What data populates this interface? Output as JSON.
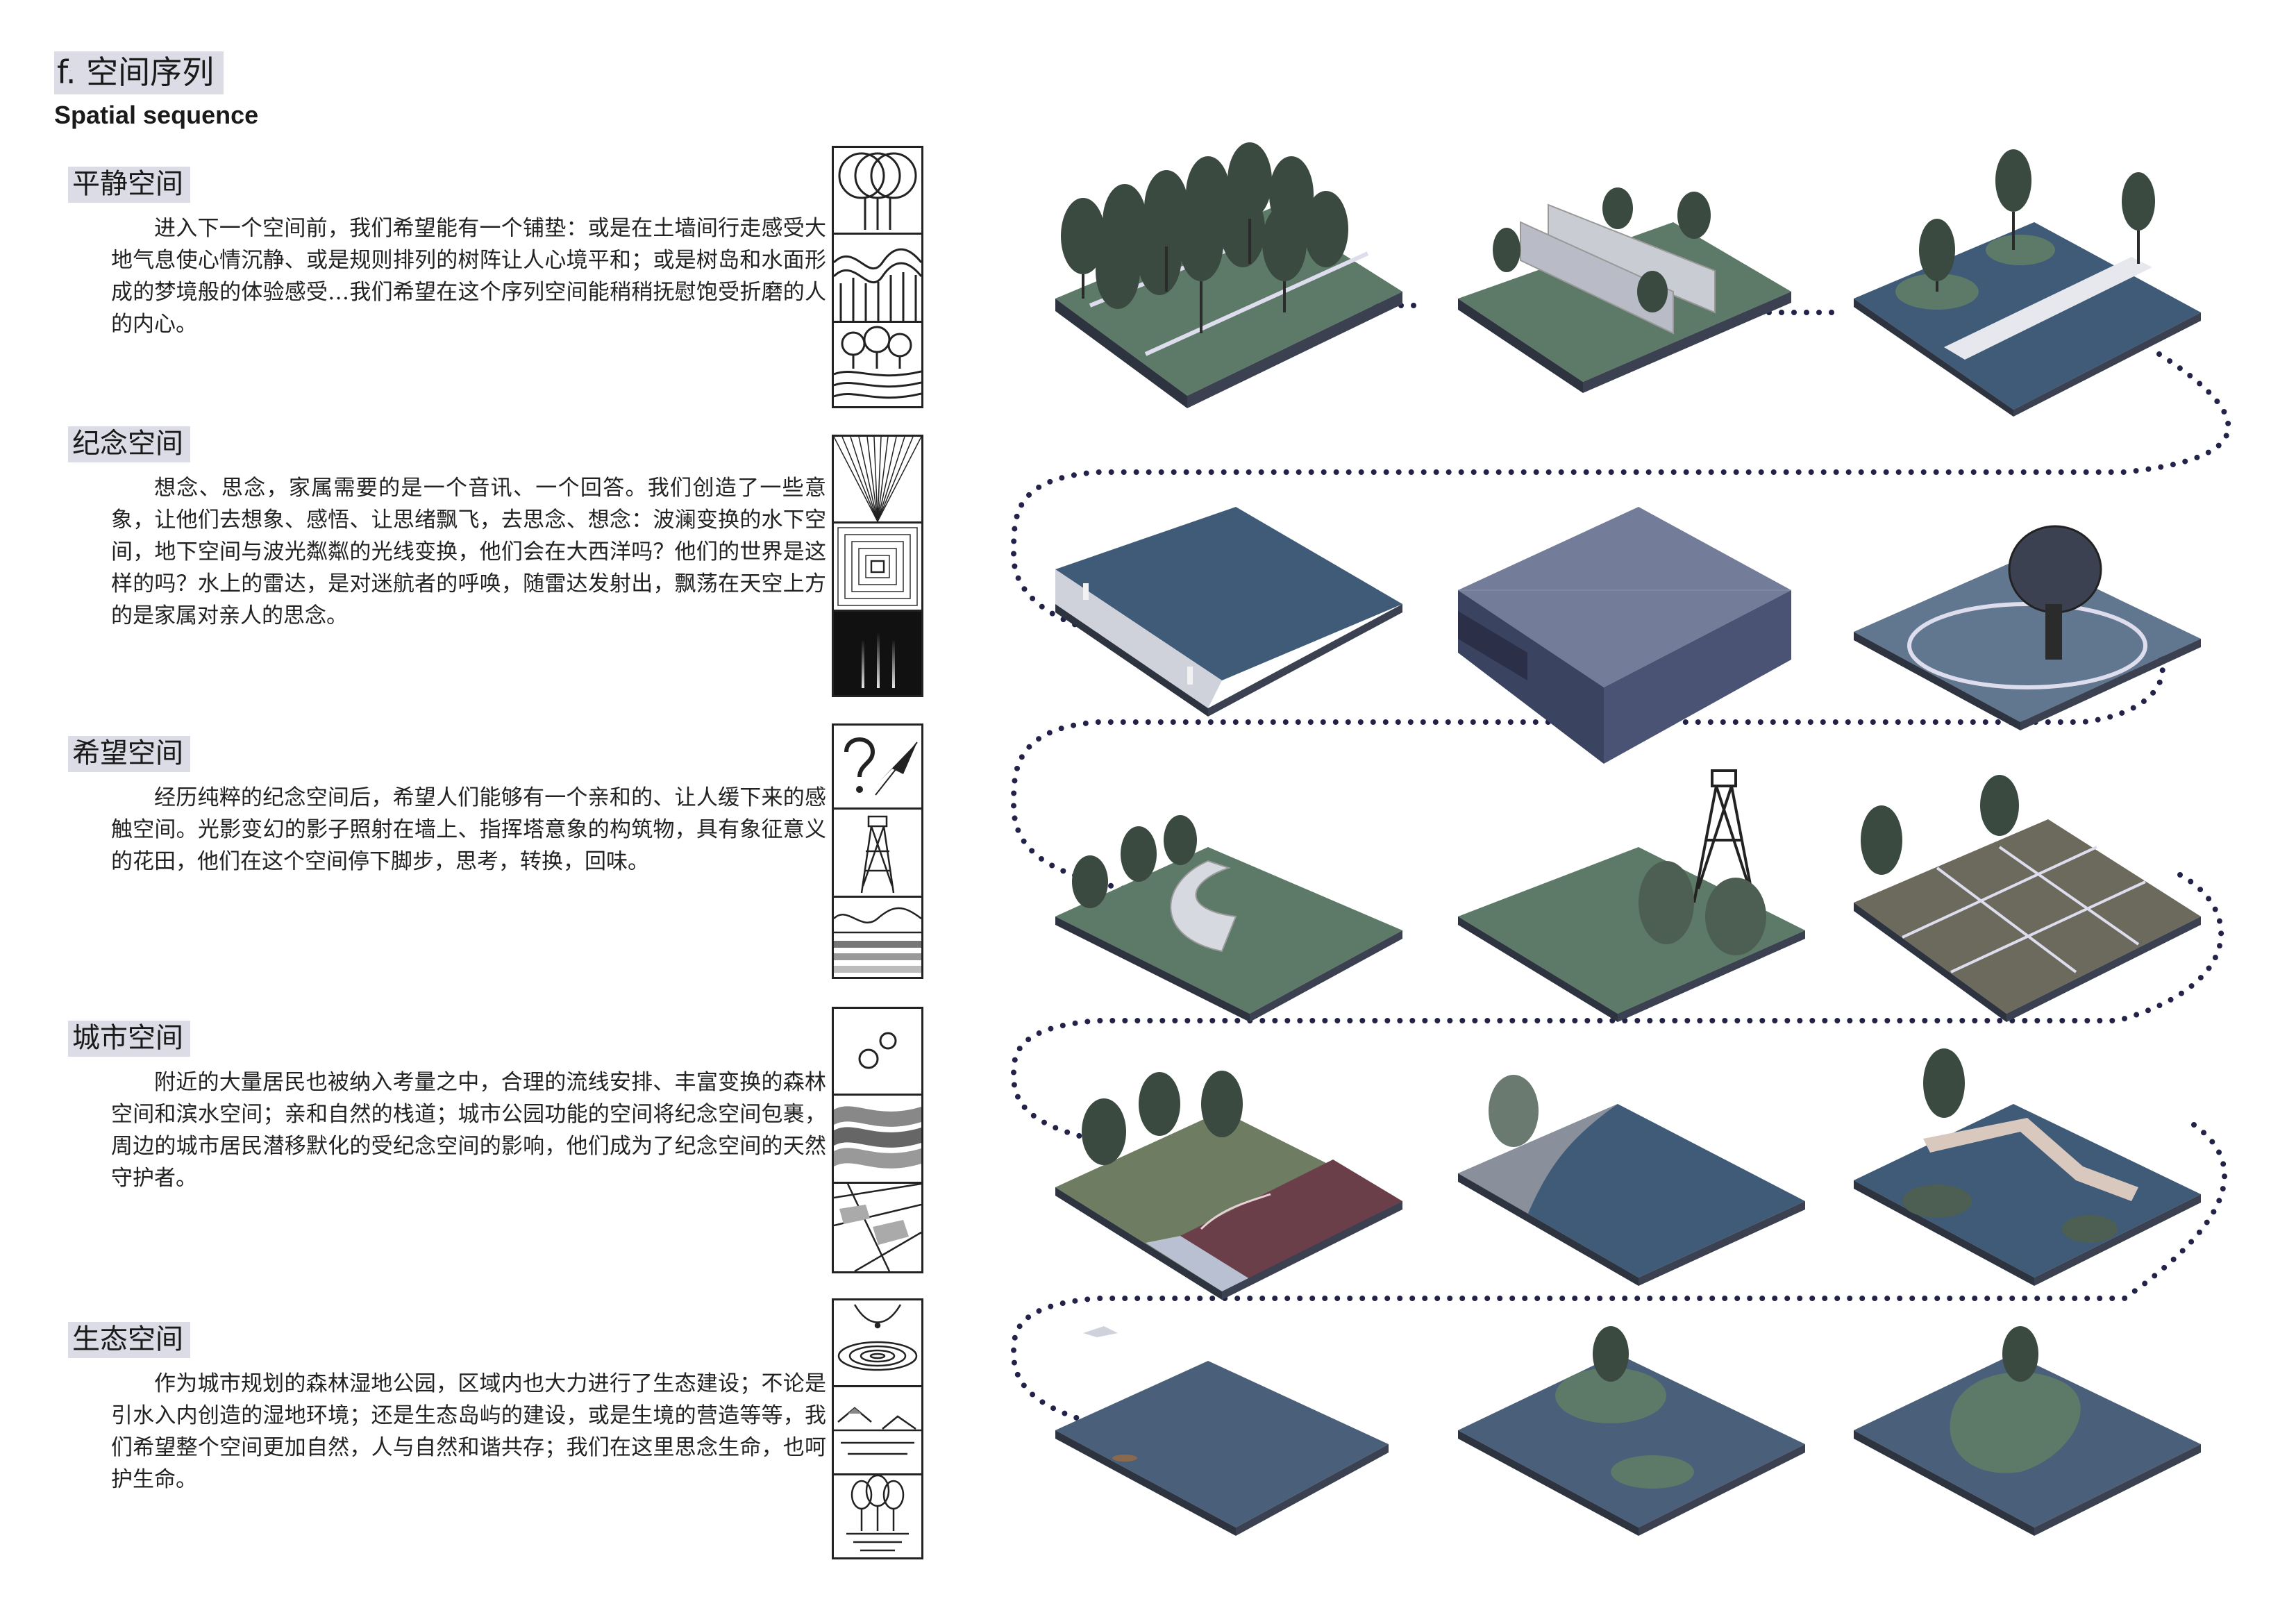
{
  "header": {
    "title": "f. 空间序列",
    "subtitle": "Spatial sequence"
  },
  "sections": [
    {
      "title": "平静空间",
      "text": "进入下一个空间前，我们希望能有一个铺垫：或是在土墙间行走感受大地气息使心情沉静、或是规则排列的树阵让人心境平和；或是树岛和水面形成的梦境般的体验感受…我们希望在这个序列空间能稍稍抚慰饱受折磨的人的内心。"
    },
    {
      "title": "纪念空间",
      "text": "想念、思念，家属需要的是一个音讯、一个回答。我们创造了一些意象，让他们去想象、感悟、让思绪飘飞，去思念、想念：波澜变换的水下空间，地下空间与波光粼粼的光线变换，他们会在大西洋吗？他们的世界是这样的吗？水上的雷达，是对迷航者的呼唤，随雷达发射出，飘荡在天空上方的是家属对亲人的思念。"
    },
    {
      "title": "希望空间",
      "text": "经历纯粹的纪念空间后，希望人们能够有一个亲和的、让人缓下来的感触空间。光影变幻的影子照射在墙上、指挥塔意象的构筑物，具有象征意义的花田，他们在这个空间停下脚步，思考，转换，回味。"
    },
    {
      "title": "城市空间",
      "text": "附近的大量居民也被纳入考量之中，合理的流线安排、丰富变换的森林空间和滨水空间；亲和自然的栈道；城市公园功能的空间将纪念空间包裹，周边的城市居民潜移默化的受纪念空间的影响，他们成为了纪念空间的天然守护者。"
    },
    {
      "title": "生态空间",
      "text": "作为城市规划的森林湿地公园，区域内也大力进行了生态建设；不论是引水入内创造的湿地环境；还是生态岛屿的建设，或是生境的营造等等，我们希望整个空间更加自然，人与自然和谐共存；我们在这里思念生命，也呵护生命。"
    }
  ],
  "icons": [
    [
      "interlocking-circles-icon",
      "earth-wall-waves-icon",
      "tree-cluster-icon"
    ],
    [
      "light-rays-icon",
      "underground-light-icon",
      "light-beams-icon"
    ],
    [
      "question-plane-icon",
      "tower-icon",
      "flower-field-icon"
    ],
    [
      "bubbles-icon",
      "forest-layers-icon",
      "boardwalk-pattern-icon"
    ],
    [
      "water-drop-ripple-icon",
      "islands-icon",
      "forest-reflection-icon"
    ]
  ],
  "colors": {
    "label_bg": "#dcdce6",
    "path_dots": "#23234a",
    "grass": "#5d7a68",
    "water": "#3f5b78",
    "slab_side": "#2e3340",
    "tree": "#3a4a40"
  },
  "tiles": [
    [
      "forest-grid-tile",
      "earth-wall-tile",
      "tree-island-tile"
    ],
    [
      "water-walk-tile",
      "underground-tile",
      "radar-tile"
    ],
    [
      "curved-wall-tile",
      "command-tower-tile",
      "flower-field-tile"
    ],
    [
      "running-track-tile",
      "waterfront-tile",
      "boardwalk-tile"
    ],
    [
      "wetland-tile",
      "eco-island-tile",
      "habitat-island-tile"
    ]
  ]
}
